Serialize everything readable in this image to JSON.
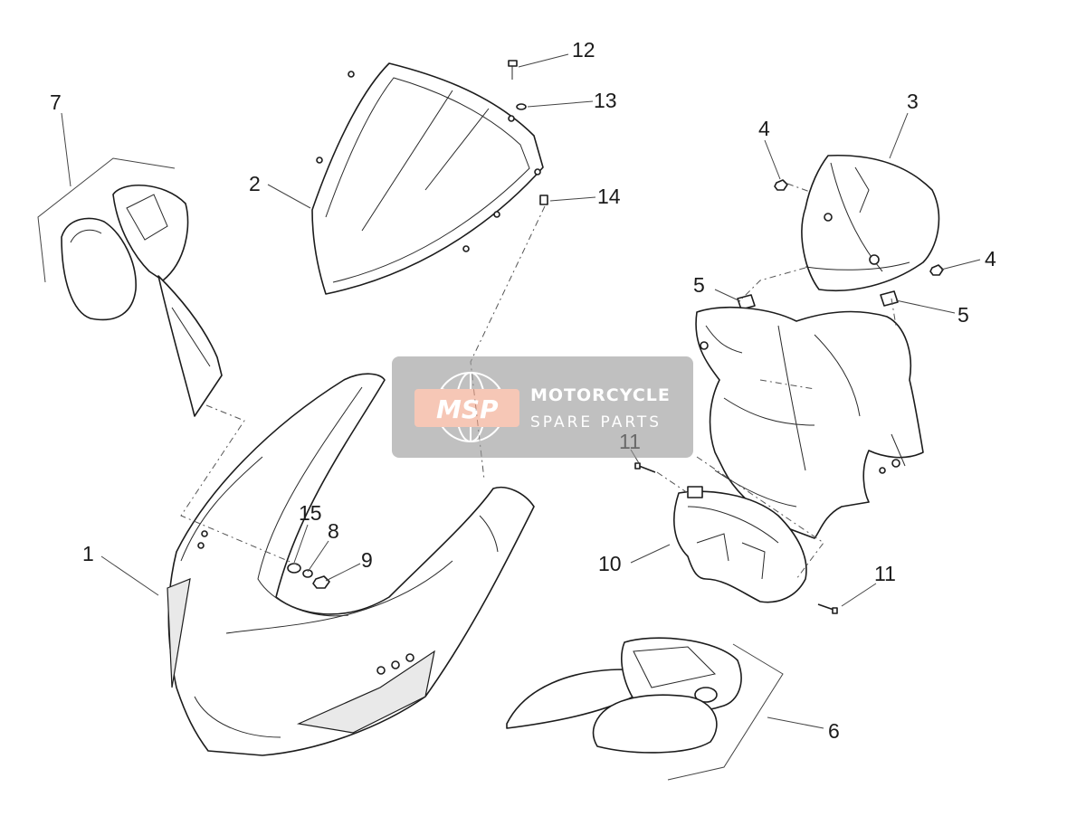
{
  "callouts": {
    "c1": "1",
    "c2": "2",
    "c3": "3",
    "c4a": "4",
    "c4b": "4",
    "c5a": "5",
    "c5b": "5",
    "c6": "6",
    "c7": "7",
    "c8": "8",
    "c9": "9",
    "c10": "10",
    "c11a": "11",
    "c11b": "11",
    "c12": "12",
    "c13": "13",
    "c14": "14",
    "c15": "15"
  },
  "watermark": {
    "logo": "MSP",
    "line1": "MOTORCYCLE",
    "line2": "SPARE PARTS"
  },
  "colors": {
    "line": "#1c1c1c",
    "watermark_bg": "#9a9a9a",
    "watermark_logo": "#f2a58a"
  }
}
